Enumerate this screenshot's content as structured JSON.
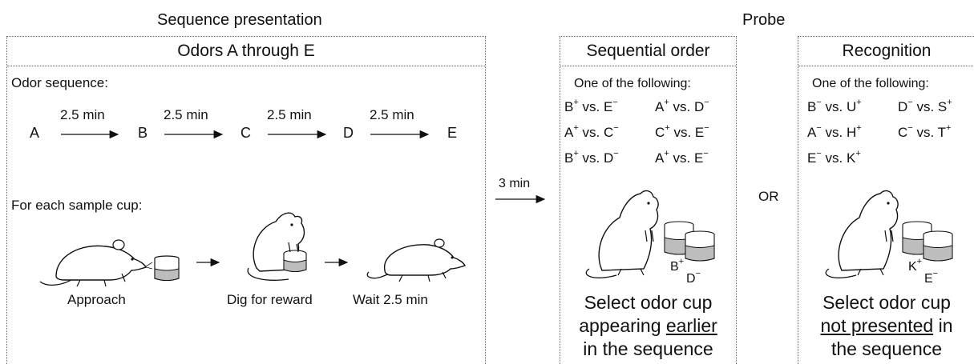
{
  "section_titles": {
    "sequence": "Sequence presentation",
    "probe": "Probe"
  },
  "sequence_box": {
    "header": "Odors A through E",
    "odor_sequence_label": "Odor sequence:",
    "odors": [
      "A",
      "B",
      "C",
      "D",
      "E"
    ],
    "interval_labels": [
      "2.5 min",
      "2.5 min",
      "2.5 min",
      "2.5 min"
    ],
    "sample_cup_label": "For each sample cup:",
    "steps": [
      "Approach",
      "Dig for reward",
      "Wait 2.5 min"
    ]
  },
  "delay_label": "3 min",
  "or_label": "OR",
  "sequential_box": {
    "header": "Sequential order",
    "intro": "One of the following:",
    "pairs": [
      [
        {
          "a": "B",
          "as": "+",
          "b": "E",
          "bs": "−"
        },
        {
          "a": "A",
          "as": "+",
          "b": "D",
          "bs": "−"
        }
      ],
      [
        {
          "a": "A",
          "as": "+",
          "b": "C",
          "bs": "−"
        },
        {
          "a": "C",
          "as": "+",
          "b": "E",
          "bs": "−"
        }
      ],
      [
        {
          "a": "B",
          "as": "+",
          "b": "D",
          "bs": "−"
        },
        {
          "a": "A",
          "as": "+",
          "b": "E",
          "bs": "−"
        }
      ]
    ],
    "vs": "vs.",
    "cup_labels": [
      {
        "l": "B",
        "s": "+"
      },
      {
        "l": "D",
        "s": "−"
      }
    ],
    "caption_lines": [
      "Select odor cup",
      "appearing ",
      "earlier",
      "in the sequence"
    ]
  },
  "recognition_box": {
    "header": "Recognition",
    "intro": "One of the following:",
    "pairs": [
      [
        {
          "a": "B",
          "as": "−",
          "b": "U",
          "bs": "+"
        },
        {
          "a": "D",
          "as": "−",
          "b": "S",
          "bs": "+"
        }
      ],
      [
        {
          "a": "A",
          "as": "−",
          "b": "H",
          "bs": "+"
        },
        {
          "a": "C",
          "as": "−",
          "b": "T",
          "bs": "+"
        }
      ],
      [
        {
          "a": "E",
          "as": "−",
          "b": "K",
          "bs": "+"
        }
      ]
    ],
    "vs": "vs.",
    "cup_labels": [
      {
        "l": "K",
        "s": "+"
      },
      {
        "l": "E",
        "s": "−"
      }
    ],
    "caption_lines": [
      "Select odor cup",
      "not presented",
      " in",
      "the sequence"
    ]
  },
  "icons": [
    "rat-approach-icon",
    "sample-cup-icon",
    "rat-digging-icon",
    "rat-walking-icon",
    "rat-standing-icon",
    "odor-cup-pair-icon"
  ],
  "colors": {
    "line": "#111111",
    "cup_fill": "#bdbdbd",
    "border": "#666666"
  }
}
